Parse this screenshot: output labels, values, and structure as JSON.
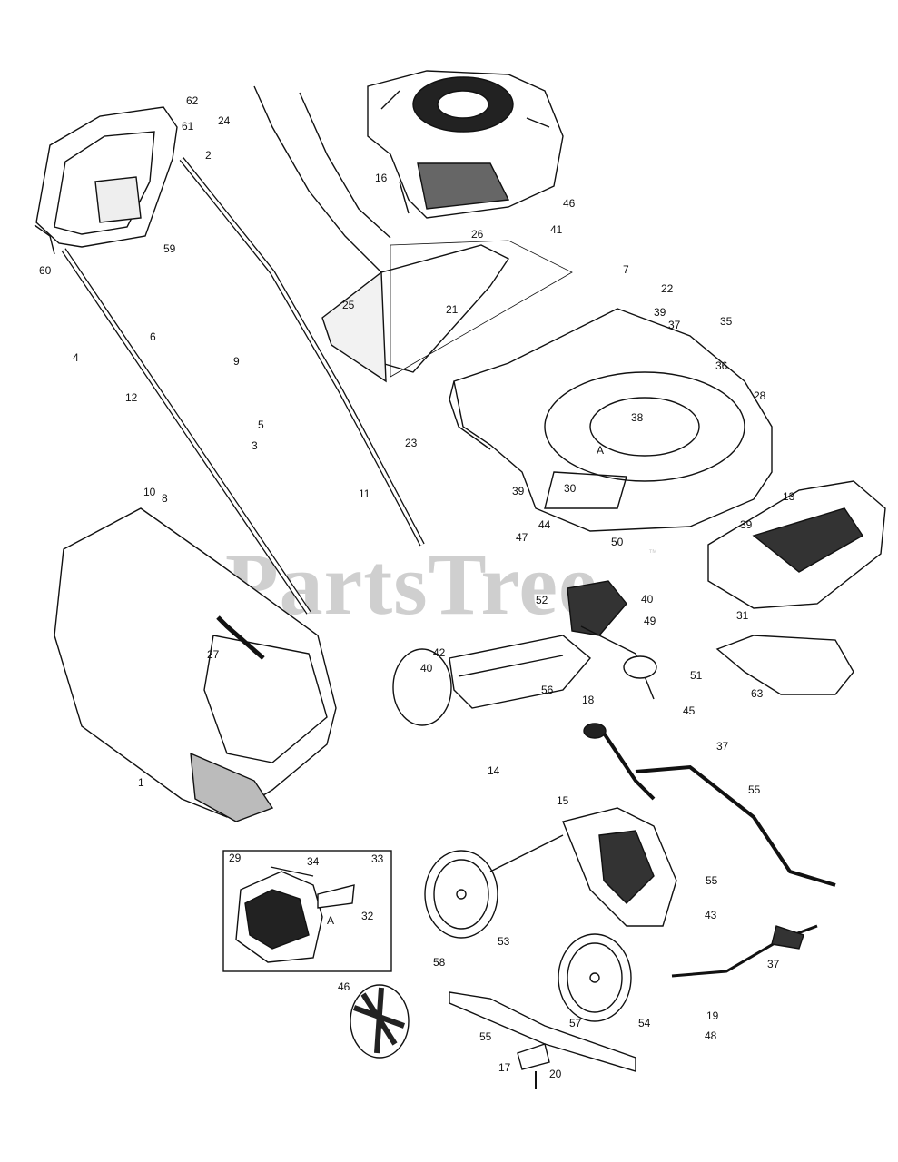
{
  "diagram": {
    "watermark": "PartsTree",
    "watermark_mark": "™",
    "inset_refs": [
      "29",
      "34",
      "33",
      "32",
      "A"
    ],
    "callouts": [
      "62",
      "61",
      "2",
      "59",
      "60",
      "6",
      "4",
      "12",
      "24",
      "16",
      "9",
      "5",
      "3",
      "10",
      "8",
      "11",
      "26",
      "21",
      "25",
      "23",
      "46",
      "41",
      "7",
      "22",
      "39",
      "37",
      "35",
      "36",
      "28",
      "38",
      "A",
      "30",
      "39",
      "44",
      "47",
      "50",
      "40",
      "52",
      "49",
      "42",
      "40",
      "56",
      "51",
      "18",
      "14",
      "45",
      "37",
      "55",
      "15",
      "53",
      "58",
      "55",
      "43",
      "37",
      "54",
      "57",
      "55",
      "17",
      "20",
      "19",
      "48",
      "46",
      "1",
      "27",
      "63",
      "31",
      "13",
      "39",
      "39"
    ]
  }
}
